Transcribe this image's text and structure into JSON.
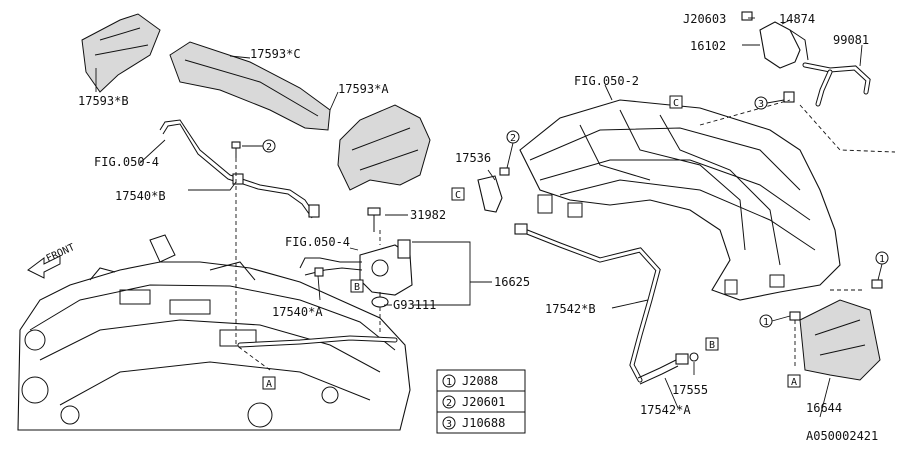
{
  "parts": {
    "p17593B": "17593*B",
    "p17593C": "17593*C",
    "p17593A": "17593*A",
    "p17540B": "17540*B",
    "p17540A": "17540*A",
    "p31982": "31982",
    "p16625": "16625",
    "pG93111": "G93111",
    "p17536": "17536",
    "p17542B": "17542*B",
    "p17542A": "17542*A",
    "p17555": "17555",
    "p16644": "16644",
    "pJ20603": "J20603",
    "p14874": "14874",
    "p16102": "16102",
    "p99081": "99081"
  },
  "references": {
    "fig050_2": "FIG.050-2",
    "fig050_4_a": "FIG.050-4",
    "fig050_4_b": "FIG.050-4",
    "front": "FRONT",
    "diagram_id": "A050002421"
  },
  "callouts": {
    "A": "A",
    "B": "B",
    "C": "C",
    "n1": "1",
    "n2": "2",
    "n3": "3"
  },
  "legend": [
    {
      "num": "1",
      "code": "J2088"
    },
    {
      "num": "2",
      "code": "J20601"
    },
    {
      "num": "3",
      "code": "J10688"
    }
  ]
}
